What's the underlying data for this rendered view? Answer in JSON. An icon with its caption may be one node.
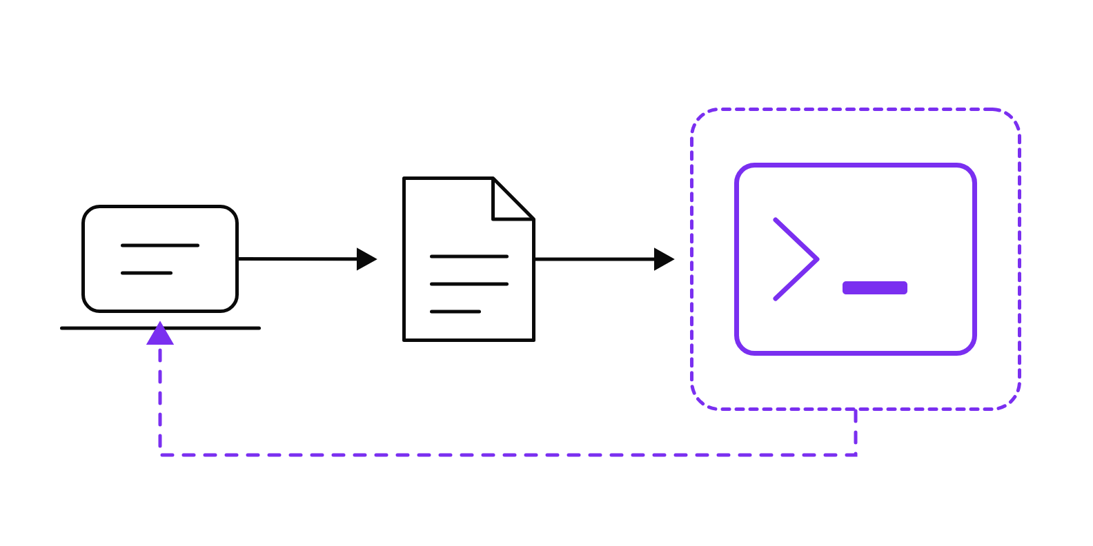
{
  "diagram": {
    "nodes": [
      {
        "text": [],
        "shape": "picture"
      },
      {
        "text": [],
        "shape": "picture"
      },
      {
        "text": [],
        "shape": "box"
      },
      {
        "text": [],
        "shape": "picture",
        "in": 2
      }
    ],
    "edges": [
      {
        "from": 0,
        "to": 1,
        "arrow": "to"
      },
      {
        "from": 1,
        "to": 2,
        "arrow": "to"
      },
      {
        "from": 2,
        "to": 0,
        "arrow": "to",
        "style": "dashed",
        "color": "#7a2ff0"
      }
    ]
  }
}
